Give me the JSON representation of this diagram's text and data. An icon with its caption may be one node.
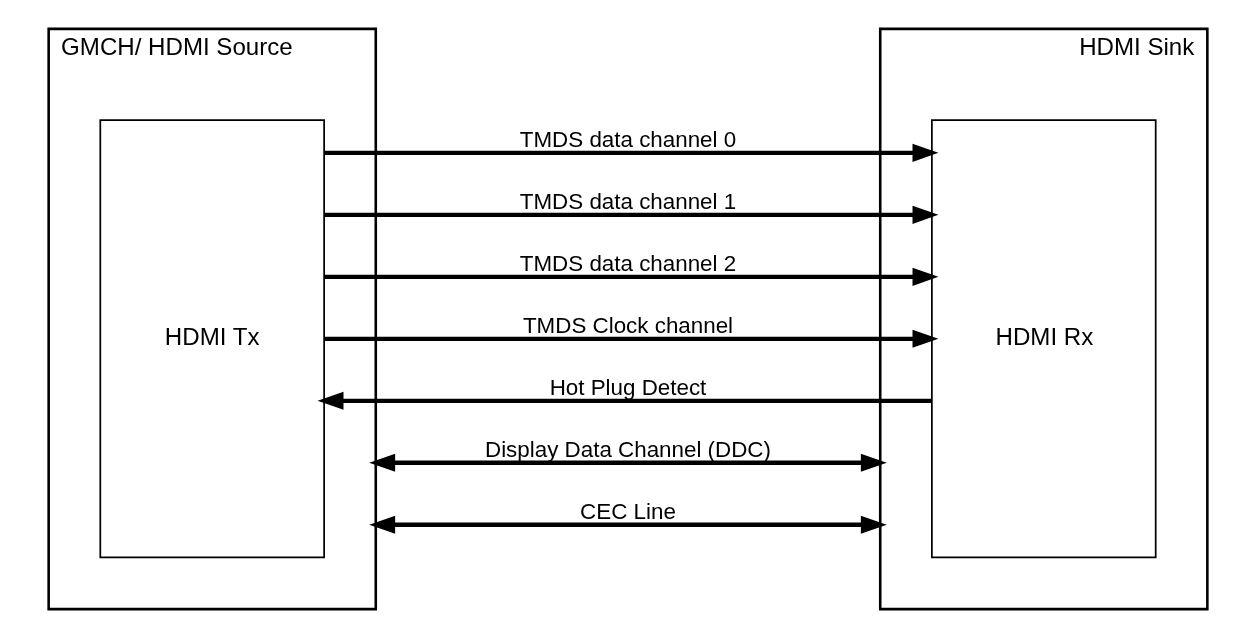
{
  "diagram": {
    "nodes": [
      {
        "text": [
          "GMCH/ HDMI Source"
        ]
      },
      {
        "text": [
          "HDMI Tx"
        ],
        "in": 0
      },
      {
        "text": [
          "HDMI Sink"
        ]
      },
      {
        "text": [
          "HDMI Rx"
        ],
        "in": 2
      }
    ],
    "edges": [
      {
        "from": 1,
        "to": 3,
        "arrow": "to",
        "label": "TMDS data channel 0"
      },
      {
        "from": 1,
        "to": 3,
        "arrow": "to",
        "label": "TMDS data channel 1"
      },
      {
        "from": 1,
        "to": 3,
        "arrow": "to",
        "label": "TMDS data channel 2"
      },
      {
        "from": 1,
        "to": 3,
        "arrow": "to",
        "label": "TMDS Clock channel"
      },
      {
        "from": 3,
        "to": 1,
        "arrow": "to",
        "label": "Hot Plug Detect"
      },
      {
        "from": 0,
        "to": 2,
        "arrow": "both",
        "label": "Display Data Channel (DDC)"
      },
      {
        "from": 0,
        "to": 2,
        "arrow": "both",
        "label": "CEC Line"
      }
    ]
  }
}
